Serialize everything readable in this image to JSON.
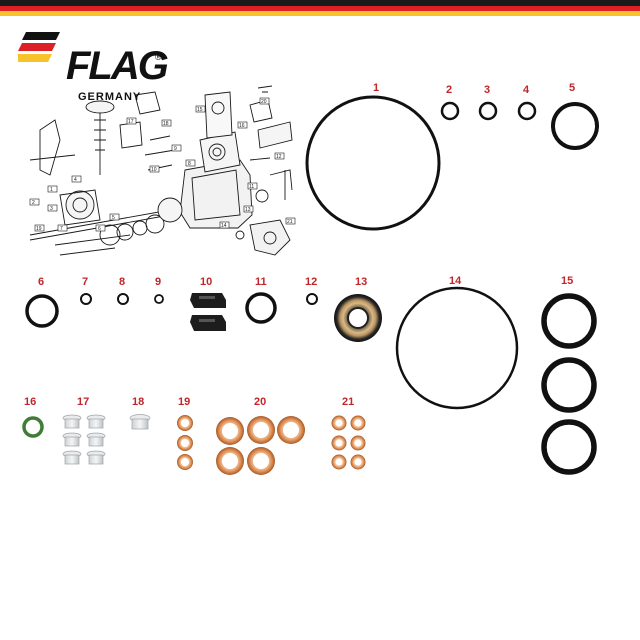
{
  "brand": {
    "name": "FLAG",
    "registered_mark": "®",
    "country": "GERMANY",
    "colors": {
      "black": "#111111",
      "red": "#dd1f26",
      "gold": "#f6c42a",
      "part_number": "#c0262a"
    }
  },
  "flag_stripe_colors": [
    "#1a1a1a",
    "#dd1f26",
    "#f6c42a"
  ],
  "parts": [
    {
      "number": "1",
      "kind": "o-ring-large"
    },
    {
      "number": "2",
      "kind": "o-ring-small"
    },
    {
      "number": "3",
      "kind": "o-ring-small"
    },
    {
      "number": "4",
      "kind": "o-ring-small"
    },
    {
      "number": "5",
      "kind": "o-ring-medium"
    },
    {
      "number": "6",
      "kind": "o-ring-medium"
    },
    {
      "number": "7",
      "kind": "o-ring-tiny"
    },
    {
      "number": "8",
      "kind": "o-ring-tiny"
    },
    {
      "number": "9",
      "kind": "o-ring-tiny"
    },
    {
      "number": "10",
      "kind": "rubber-pad",
      "quantity": 2
    },
    {
      "number": "11",
      "kind": "o-ring-medium"
    },
    {
      "number": "12",
      "kind": "o-ring-tiny"
    },
    {
      "number": "13",
      "kind": "shaft-seal"
    },
    {
      "number": "14",
      "kind": "o-ring-large"
    },
    {
      "number": "15",
      "kind": "o-ring-thick",
      "quantity": 3
    },
    {
      "number": "16",
      "kind": "green-o-ring"
    },
    {
      "number": "17",
      "kind": "nylon-bushing",
      "quantity": 6
    },
    {
      "number": "18",
      "kind": "nylon-bushing",
      "quantity": 1
    },
    {
      "number": "19",
      "kind": "copper-washer",
      "quantity": 3
    },
    {
      "number": "20",
      "kind": "copper-washer-large",
      "quantity": 5
    },
    {
      "number": "21",
      "kind": "copper-washer-small",
      "quantity": 6
    }
  ],
  "diagram_labels": [
    "1",
    "2",
    "3",
    "4",
    "5",
    "6",
    "7",
    "8",
    "9",
    "10",
    "11",
    "12",
    "13",
    "14",
    "15",
    "16",
    "17",
    "18",
    "19",
    "20",
    "21"
  ]
}
